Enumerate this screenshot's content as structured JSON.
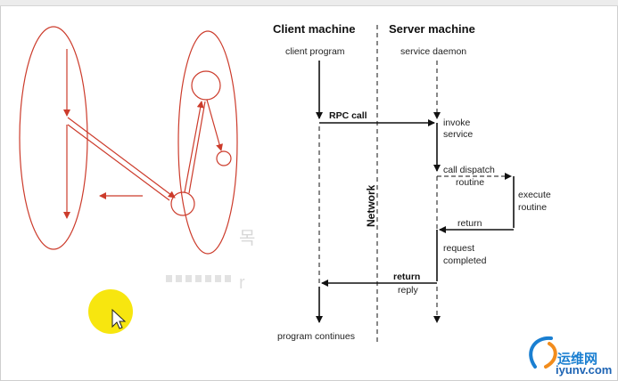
{
  "diagram": {
    "client_header": "Client machine",
    "server_header": "Server machine",
    "client_program": "client program",
    "service_daemon": "service daemon",
    "rpc_call": "RPC call",
    "invoke": "invoke",
    "service": "service",
    "call_dispatch": "call dispatch",
    "routine_1": "routine",
    "execute": "execute",
    "routine_2": "routine",
    "return_inner": "return",
    "network": "Network",
    "request": "request",
    "completed": "completed",
    "return_outer": "return",
    "reply": "reply",
    "program_continues": "program continues"
  },
  "colors": {
    "sketch_red": "#cc3b2b",
    "highlight_yellow": "#f7e60f",
    "diagram_black": "#111111"
  },
  "watermark": {
    "text": "运维网",
    "site": "iyunv.com"
  }
}
